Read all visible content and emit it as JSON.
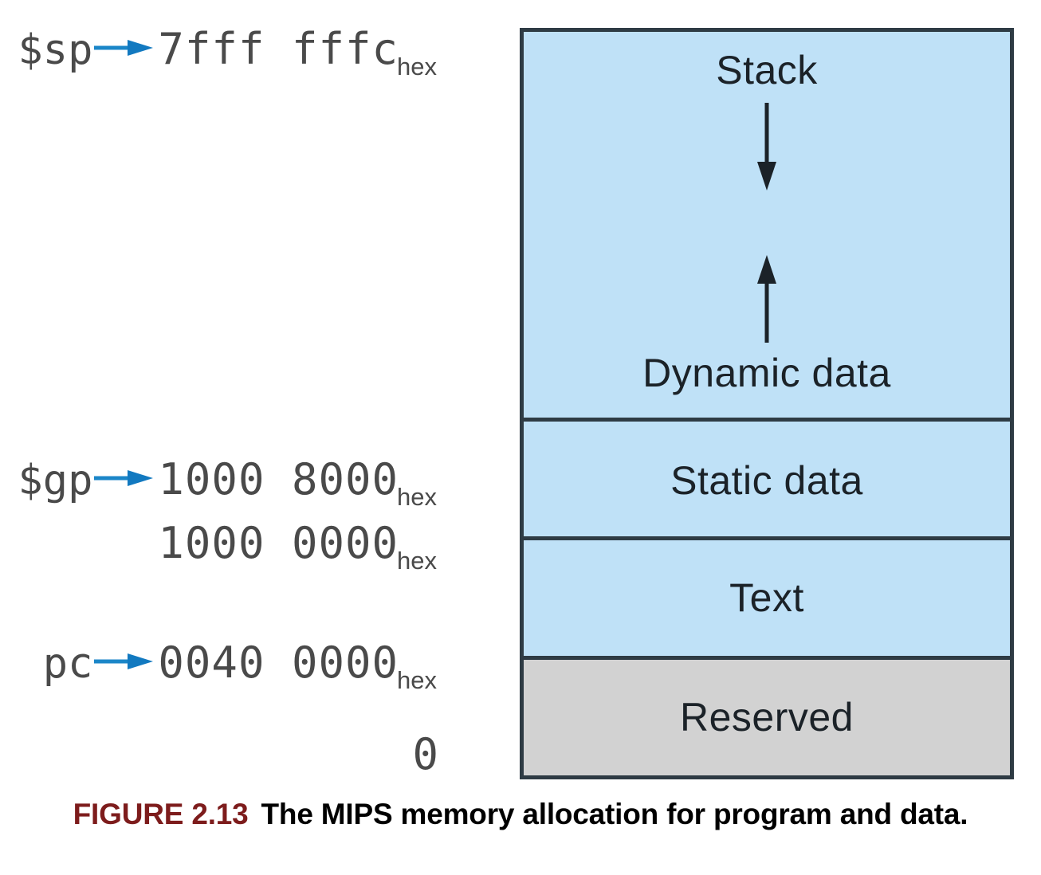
{
  "figure": {
    "caption_number": "FIGURE 2.13",
    "caption_text": "The MIPS memory allocation for program and data.",
    "caption_number_color": "#7d1c1c",
    "caption_text_color": "#000000"
  },
  "colors": {
    "segment_blue": "#bfe1f7",
    "segment_gray": "#d2d2d2",
    "border": "#2e3b44",
    "pointer_arrow_blue": "#1b86c8",
    "address_text": "#4a4a4a"
  },
  "address_labels": [
    {
      "register": "$sp",
      "has_arrow": true,
      "value": "7fff fffc",
      "subscript": "hex"
    },
    {
      "register": "$gp",
      "has_arrow": true,
      "value": "1000 8000",
      "subscript": "hex"
    },
    {
      "register": "",
      "has_arrow": false,
      "value": "1000 0000",
      "subscript": "hex"
    },
    {
      "register": "pc",
      "has_arrow": true,
      "value": "0040 0000",
      "subscript": "hex"
    }
  ],
  "bottom_address": "0",
  "memory_segments": [
    {
      "id": "stack",
      "label": "Stack",
      "fill": "#bfe1f7",
      "growth_arrow": "down",
      "arrow_icon": "arrow-down-icon"
    },
    {
      "id": "dynamic-data",
      "label": "Dynamic data",
      "fill": "#bfe1f7",
      "growth_arrow": "up",
      "arrow_icon": "arrow-up-icon"
    },
    {
      "id": "static-data",
      "label": "Static data",
      "fill": "#bfe1f7",
      "growth_arrow": "none"
    },
    {
      "id": "text",
      "label": "Text",
      "fill": "#bfe1f7",
      "growth_arrow": "none"
    },
    {
      "id": "reserved",
      "label": "Reserved",
      "fill": "#d2d2d2",
      "growth_arrow": "none"
    }
  ]
}
